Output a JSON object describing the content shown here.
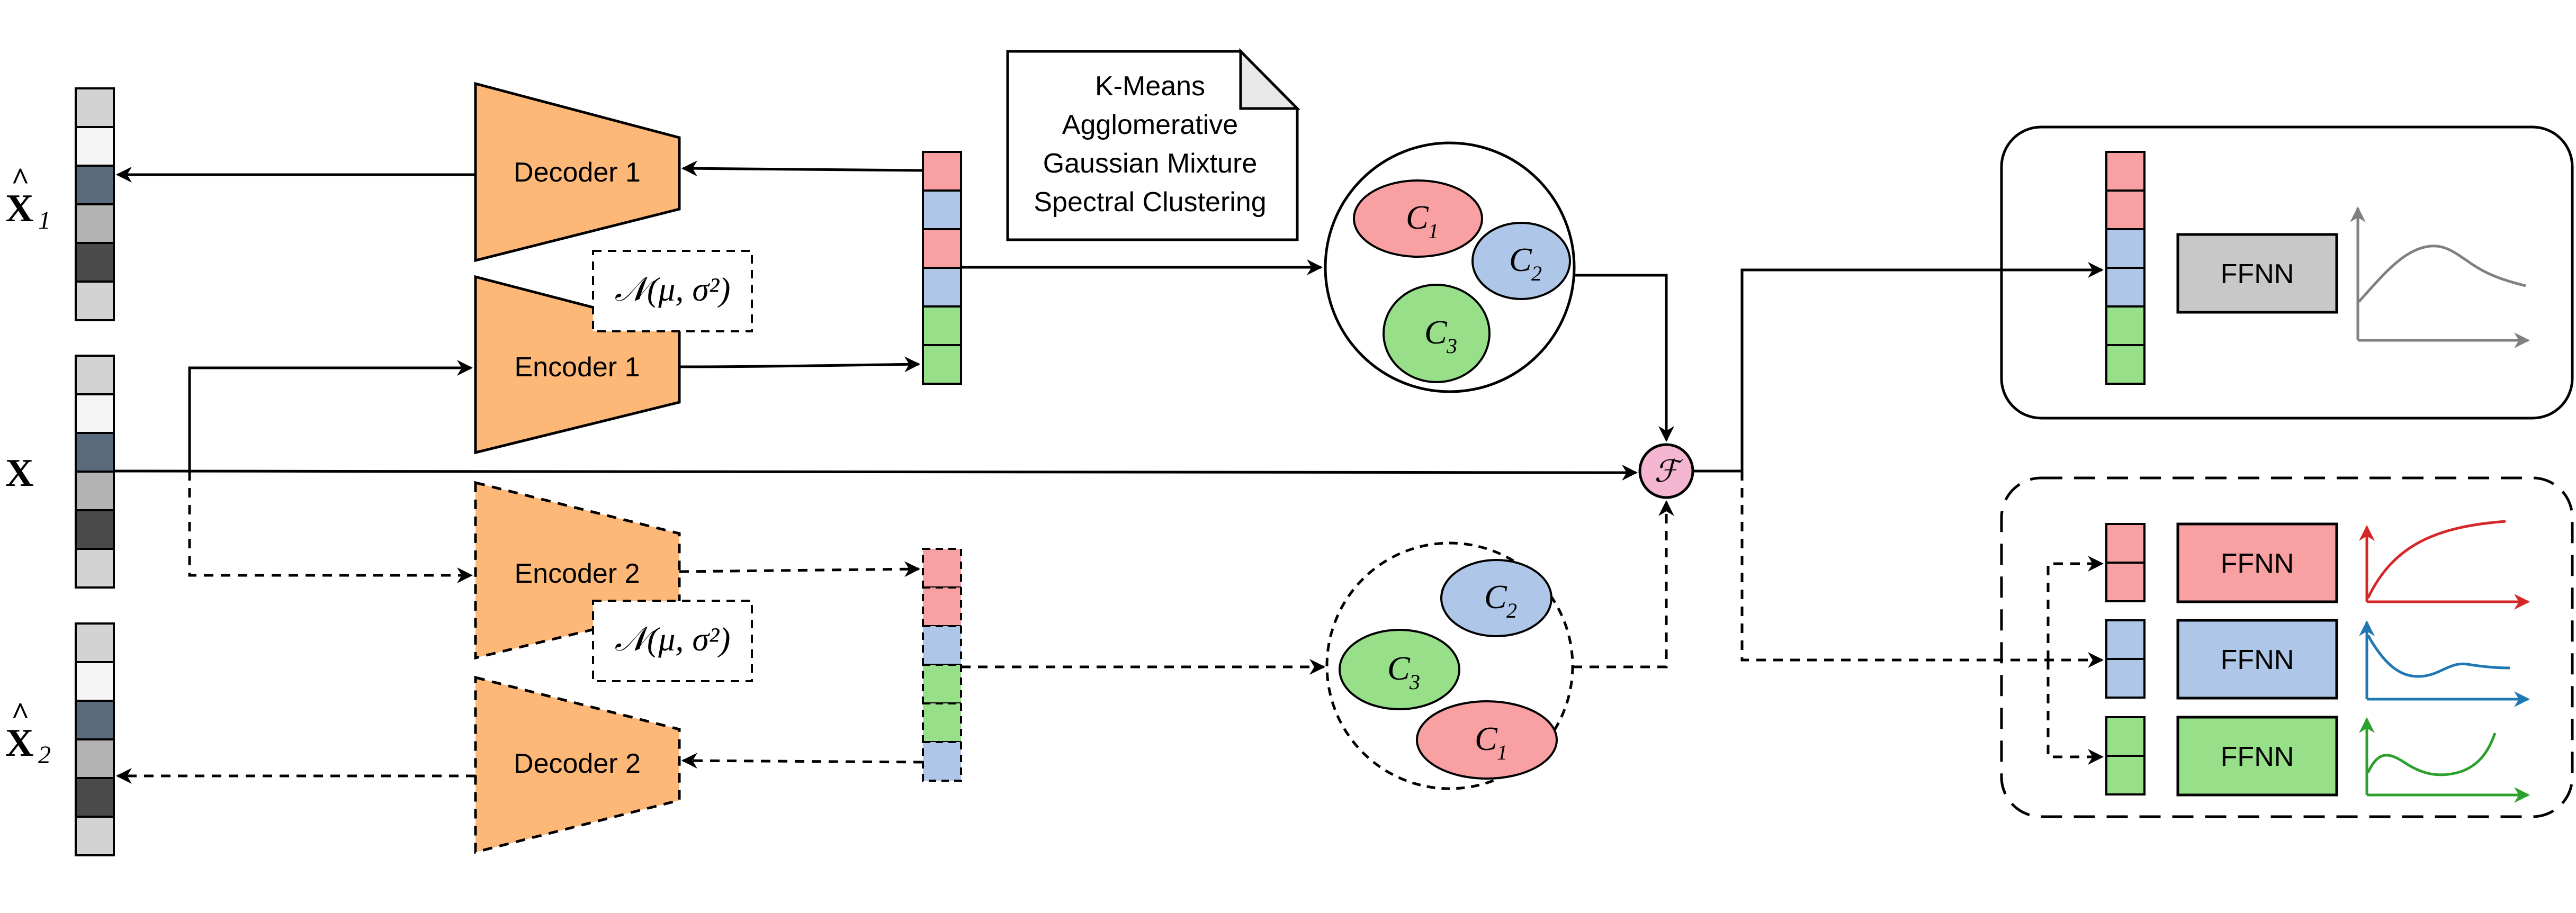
{
  "labels": {
    "x_input": "X",
    "x_hat1_main": "X",
    "x_hat1_sub": "1",
    "x_hat2_main": "X",
    "x_hat2_sub": "2",
    "decoder1": "Decoder 1",
    "encoder1": "Encoder 1",
    "encoder2": "Encoder 2",
    "decoder2": "Decoder 2",
    "normal_dist_1": "𝒩(μ, σ²)",
    "normal_dist_2": "𝒩(μ, σ²)",
    "fusion_symbol": "ℱ",
    "ffnn_top": "FFNN",
    "ffnn_red": "FFNN",
    "ffnn_blue": "FFNN",
    "ffnn_green": "FFNN"
  },
  "clustering_methods": [
    "K-Means",
    "Agglomerative",
    "Gaussian Mixture",
    "Spectral Clustering"
  ],
  "clusters_top": [
    {
      "name": "C",
      "sub": "1"
    },
    {
      "name": "C",
      "sub": "2"
    },
    {
      "name": "C",
      "sub": "3"
    }
  ],
  "clusters_bottom": [
    {
      "name": "C",
      "sub": "2"
    },
    {
      "name": "C",
      "sub": "3"
    },
    {
      "name": "C",
      "sub": "1"
    }
  ],
  "colors": {
    "encoder_fill": "#FDB777",
    "cluster_red": "#F8A0A2",
    "cluster_blue": "#AEC7E8",
    "cluster_green": "#98DF8A",
    "ffnn_gray": "#C8C8C8",
    "fusion_pink": "#F4B6D0",
    "curve_red": "#D62728",
    "curve_blue": "#1F77B4",
    "curve_green": "#2CA02C",
    "curve_gray": "#808080"
  }
}
